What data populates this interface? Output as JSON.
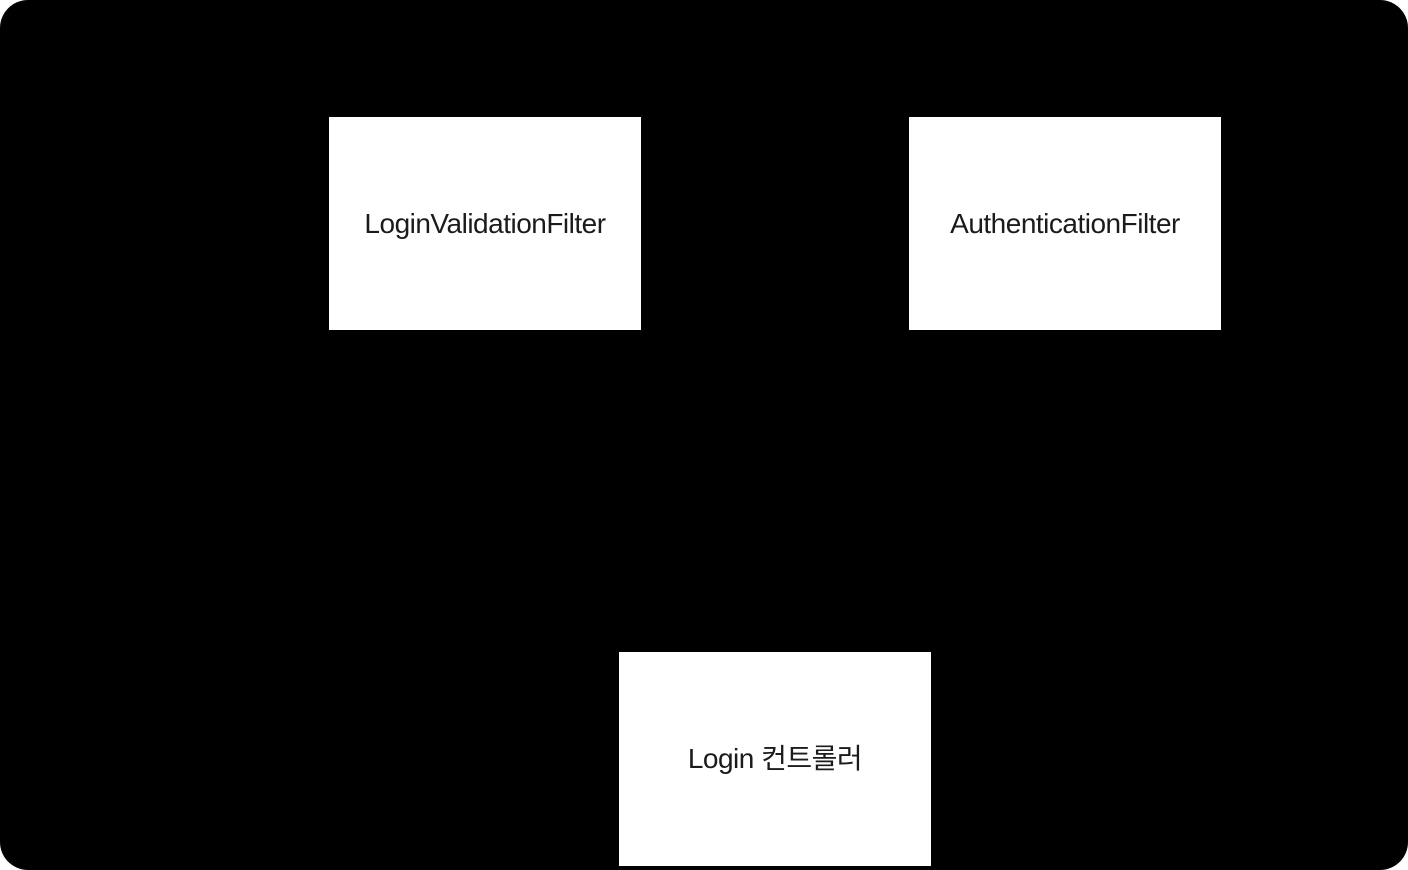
{
  "diagram": {
    "type": "flow-diagram",
    "canvas_background": "#000000",
    "node_background": "#ffffff",
    "node_text_color": "#1b1b1b",
    "nodes": [
      {
        "id": "login-validation-filter",
        "label": "LoginValidationFilter"
      },
      {
        "id": "authentication-filter",
        "label": "AuthenticationFilter"
      },
      {
        "id": "login-controller",
        "label": "Login 컨트롤러"
      }
    ]
  }
}
